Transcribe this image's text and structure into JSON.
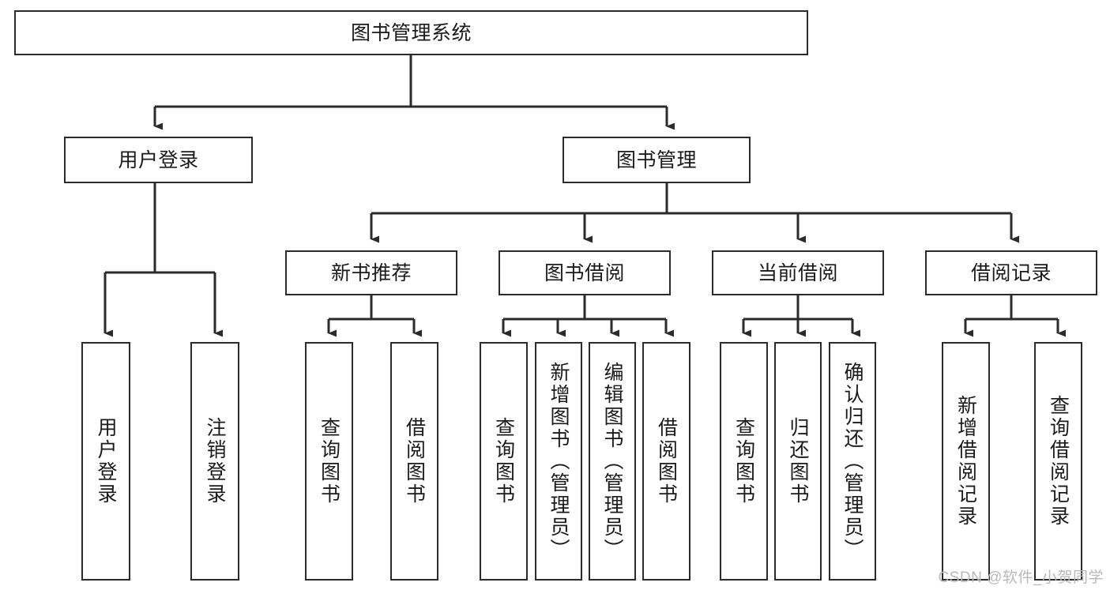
{
  "diagram": {
    "title": "图书管理系统",
    "type": "tree-hierarchy",
    "watermark": "CSDN @软件_小贺同学",
    "colors": {
      "stroke": "#2b2b2b",
      "fill": "#ffffff",
      "text": "#1a1a1a",
      "watermark": "#b9b9b9"
    },
    "levels": {
      "root": {
        "label": "图书管理系统"
      },
      "level2": [
        {
          "id": "user-login",
          "label": "用户登录"
        },
        {
          "id": "book-manage",
          "label": "图书管理"
        }
      ],
      "level3": [
        {
          "id": "new-book-rec",
          "label": "新书推荐",
          "parent": "book-manage"
        },
        {
          "id": "book-borrow",
          "label": "图书借阅",
          "parent": "book-manage"
        },
        {
          "id": "current-borrow",
          "label": "当前借阅",
          "parent": "book-manage"
        },
        {
          "id": "borrow-record",
          "label": "借阅记录",
          "parent": "book-manage"
        }
      ],
      "leaves": [
        {
          "id": "leaf-user-login",
          "label": "用户登录",
          "parent": "user-login"
        },
        {
          "id": "leaf-logout",
          "label": "注销登录",
          "parent": "user-login"
        },
        {
          "id": "leaf-query-book-1",
          "label": "查询图书",
          "parent": "new-book-rec"
        },
        {
          "id": "leaf-borrow-book-1",
          "label": "借阅图书",
          "parent": "new-book-rec"
        },
        {
          "id": "leaf-query-book-2",
          "label": "查询图书",
          "parent": "book-borrow"
        },
        {
          "id": "leaf-add-book",
          "label": "新增图书（管理员）",
          "parent": "book-borrow"
        },
        {
          "id": "leaf-edit-book",
          "label": "编辑图书（管理员）",
          "parent": "book-borrow"
        },
        {
          "id": "leaf-borrow-book-2",
          "label": "借阅图书",
          "parent": "book-borrow"
        },
        {
          "id": "leaf-query-book-3",
          "label": "查询图书",
          "parent": "current-borrow"
        },
        {
          "id": "leaf-return-book",
          "label": "归还图书",
          "parent": "current-borrow"
        },
        {
          "id": "leaf-confirm-return",
          "label": "确认归还（管理员）",
          "parent": "current-borrow"
        },
        {
          "id": "leaf-add-record",
          "label": "新增借阅记录",
          "parent": "borrow-record"
        },
        {
          "id": "leaf-query-record",
          "label": "查询借阅记录",
          "parent": "borrow-record"
        }
      ]
    }
  }
}
